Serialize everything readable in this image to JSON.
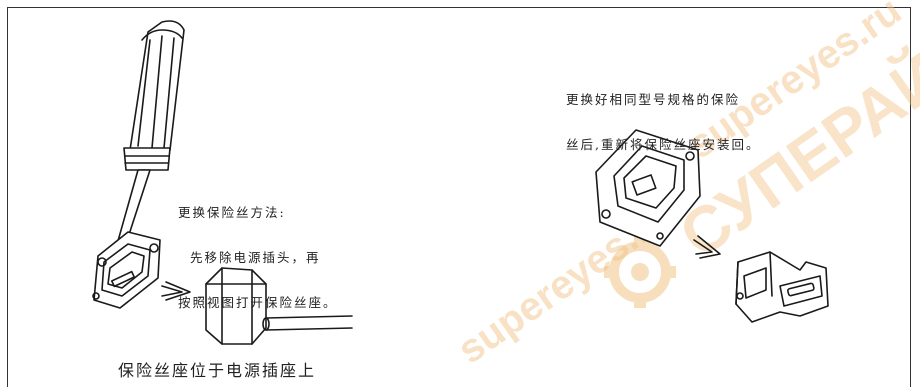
{
  "watermark": {
    "site": "supereyes.ru",
    "brand": "СУПЕРАЙС",
    "color": "#f2c58a"
  },
  "instructions_left": {
    "line1": "更换保险丝方法:",
    "line2": "  先移除电源插头，再",
    "line3": "按照视图打开保险丝座。"
  },
  "instructions_right": {
    "line1": "更换好相同型号规格的保险",
    "line2": "丝后,重新将保险丝座安装回。"
  },
  "caption_left": "保险丝座位于电源插座上",
  "colors": {
    "line": "#1a1a1a",
    "frame": "#333333"
  }
}
